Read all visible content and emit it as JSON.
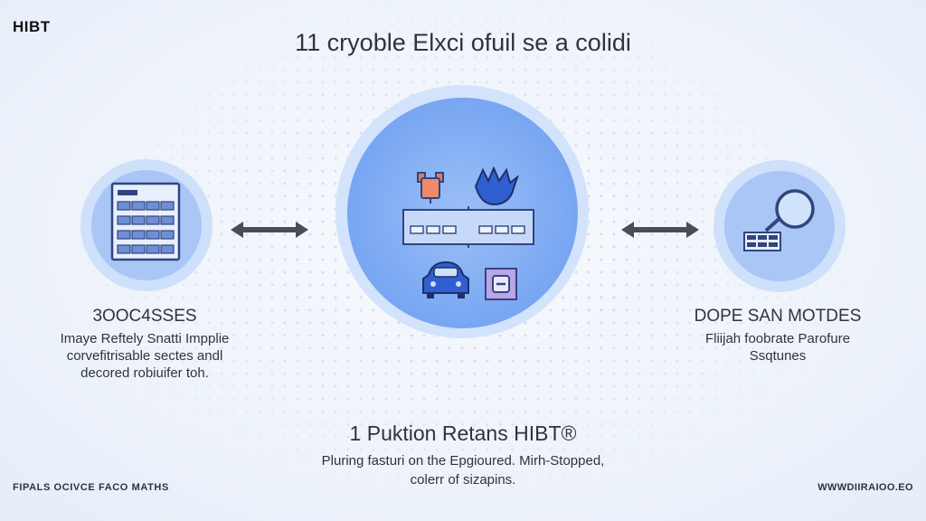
{
  "brand": {
    "logo_text": "HIBT"
  },
  "headline": "11 cryoble  Elxci ofuil se a colidi",
  "left_panel": {
    "title": "3OOC4SSES",
    "description_lines": [
      "Imaye Reftely Snatti Impplie",
      "corvefitrisable sectes andl",
      "decored robiuifer toh."
    ],
    "icon": "ledger-table-icon"
  },
  "right_panel": {
    "title": "DOPE SAN MOTDES",
    "description_lines": [
      "Fliijah foobrate Parofure",
      "Ssqtunes"
    ],
    "icon": "magnifier-grid-icon"
  },
  "center_panel": {
    "title": "1 Puktion Retans HIBT®",
    "description_lines": [
      "Pluring fasturi on the Epgioured. Mirh-Stopped,",
      "colerr of sizapins."
    ],
    "icons": [
      "lamp-icon",
      "hand-icon",
      "blockchain-icon",
      "car-icon",
      "lock-box-icon"
    ]
  },
  "footer": {
    "left_text": "FIPALS OCIVCE FACO MATHS",
    "right_text": "WWWDIIRAIOO.EO"
  },
  "colors": {
    "accent_blue": "#78a6f2",
    "light_blue": "#d3e3fb",
    "arrow": "#4a4d54",
    "icon_navy": "#31457f"
  }
}
